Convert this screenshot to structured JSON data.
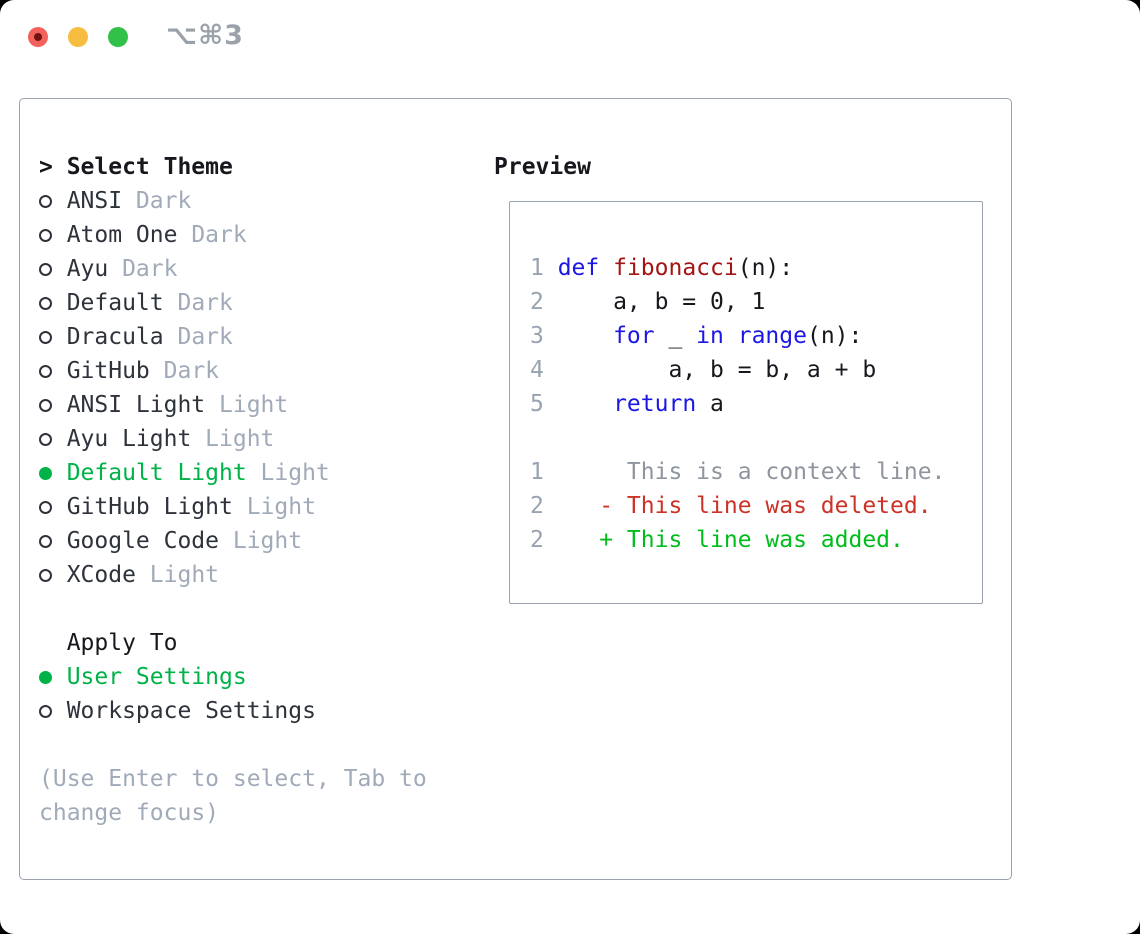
{
  "window": {
    "shortcut_label": "⌥⌘3",
    "traffic_lights": [
      "close",
      "minimize",
      "zoom"
    ]
  },
  "theme_selector": {
    "prompt": ">",
    "title": "Select Theme",
    "items": [
      {
        "name": "ANSI",
        "variant": "Dark",
        "selected": false
      },
      {
        "name": "Atom One",
        "variant": "Dark",
        "selected": false
      },
      {
        "name": "Ayu",
        "variant": "Dark",
        "selected": false
      },
      {
        "name": "Default",
        "variant": "Dark",
        "selected": false
      },
      {
        "name": "Dracula",
        "variant": "Dark",
        "selected": false
      },
      {
        "name": "GitHub",
        "variant": "Dark",
        "selected": false
      },
      {
        "name": "ANSI Light",
        "variant": "Light",
        "selected": false
      },
      {
        "name": "Ayu Light",
        "variant": "Light",
        "selected": false
      },
      {
        "name": "Default Light",
        "variant": "Light",
        "selected": true
      },
      {
        "name": "GitHub Light",
        "variant": "Light",
        "selected": false
      },
      {
        "name": "Google Code",
        "variant": "Light",
        "selected": false
      },
      {
        "name": "XCode",
        "variant": "Light",
        "selected": false
      }
    ]
  },
  "apply_to": {
    "title": "Apply To",
    "options": [
      {
        "label": "User Settings",
        "selected": true
      },
      {
        "label": "Workspace Settings",
        "selected": false
      }
    ]
  },
  "hint": {
    "line1": "(Use Enter to select, Tab to",
    "line2": "change focus)"
  },
  "preview": {
    "title": "Preview",
    "lines": [
      {
        "num": "1",
        "parts": [
          [
            "def",
            "kw"
          ],
          [
            " ",
            "pl"
          ],
          [
            "fibonacci",
            "fn"
          ],
          [
            "(n):",
            "pl"
          ]
        ]
      },
      {
        "num": "2",
        "parts": [
          [
            "    a, b = 0, 1",
            "pl"
          ]
        ]
      },
      {
        "num": "3",
        "parts": [
          [
            "    ",
            "pl"
          ],
          [
            "for",
            "kw"
          ],
          [
            " _ ",
            "pl"
          ],
          [
            "in",
            "kw"
          ],
          [
            " ",
            "pl"
          ],
          [
            "range",
            "kw"
          ],
          [
            "(n):",
            "pl"
          ]
        ]
      },
      {
        "num": "4",
        "parts": [
          [
            "        a, b = b, a + b",
            "pl"
          ]
        ]
      },
      {
        "num": "5",
        "parts": [
          [
            "    ",
            "pl"
          ],
          [
            "return",
            "kw"
          ],
          [
            " a",
            "pl"
          ]
        ]
      },
      {
        "num": "",
        "parts": []
      },
      {
        "num": "1",
        "parts": [
          [
            "     This is a context line.",
            "ctx"
          ]
        ]
      },
      {
        "num": "2",
        "parts": [
          [
            "   - This line was deleted.",
            "del"
          ]
        ]
      },
      {
        "num": "2",
        "parts": [
          [
            "   + This line was added.",
            "add"
          ]
        ]
      }
    ]
  },
  "colors": {
    "page_bg": "#000000",
    "window_bg": "#ffffff",
    "border": "#9aa2ae",
    "text": "#2e333b",
    "heading": "#16181d",
    "muted": "#a0aab8",
    "accent": "#00b248",
    "added": "#00bd1c",
    "deleted": "#cd3227",
    "kw": "#1b16e3",
    "fn": "#a31515",
    "code": "#16181d",
    "lnum": "#98a2b0",
    "ctx": "#8f959e",
    "shortcut": "#9aa1a9",
    "tl_red": "#f4615c",
    "tl_red_dot": "#701210",
    "tl_yellow": "#f6bd40",
    "tl_green": "#32c148"
  }
}
